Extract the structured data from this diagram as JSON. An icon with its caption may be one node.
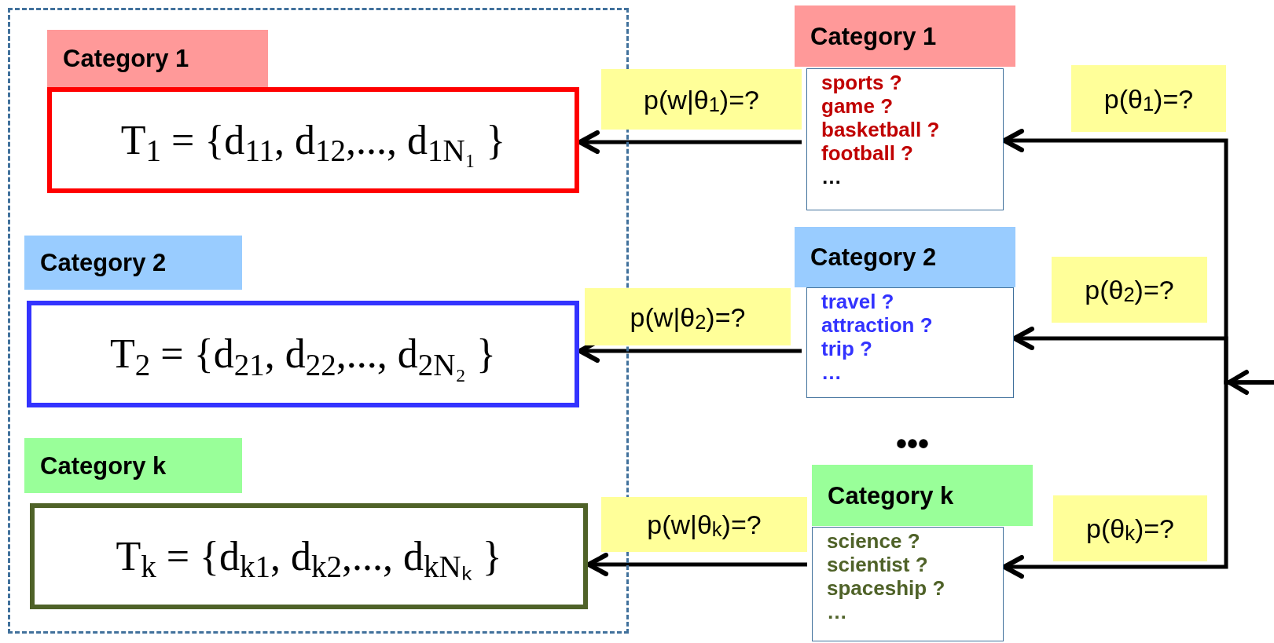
{
  "diagram": {
    "nodes": [
      {
        "text": [],
        "shape": "box"
      },
      {
        "text": [
          "Category 1"
        ],
        "in": 0
      },
      {
        "text": [
          "T$_{1}$ = {d$_{11}$, d$_{12}$,..., d$_{1N₁}$ }"
        ],
        "in": 0
      },
      {
        "text": [
          "Category 2"
        ],
        "in": 0
      },
      {
        "text": [
          "T$_{2}$ = {d$_{21}$, d$_{22}$,..., d$_{2N₂}$ }"
        ],
        "in": 0
      },
      {
        "text": [
          "Category k"
        ],
        "in": 0
      },
      {
        "text": [
          "T$_{k}$ = {d$_{k1}$, d$_{k2}$,..., d$_{kNₖ}$ }"
        ],
        "in": 0
      },
      {
        "text": [
          "Category 1"
        ]
      },
      {
        "text": [
          "sports ?",
          "game ?",
          "basketball ?",
          "football ?",
          "…"
        ]
      },
      {
        "text": [
          "Category 2"
        ]
      },
      {
        "text": [
          "travel ?",
          "attraction ?",
          "trip ?",
          "…"
        ]
      },
      {
        "text": [
          "Category k"
        ]
      },
      {
        "text": [
          "science ?",
          "scientist ?",
          "spaceship ?",
          "…"
        ]
      }
    ],
    "edges": [
      {
        "from": 8,
        "to": 2,
        "arrow": "to",
        "label": "p(w|θ$_{1}$)=?"
      },
      {
        "from": 10,
        "to": 4,
        "arrow": "to",
        "label": "p(w|θ$_{2}$)=?"
      },
      {
        "from": 12,
        "to": 6,
        "arrow": "to",
        "label": "p(w|θ$_{k}$)=?"
      },
      {
        "from": null,
        "to": 8,
        "arrow": "to",
        "label": "p(θ$_{1}$)=?"
      },
      {
        "from": null,
        "to": 10,
        "arrow": "to",
        "label": "p(θ$_{2}$)=?"
      },
      {
        "from": null,
        "to": 12,
        "arrow": "to",
        "label": "p(θ$_{k}$)=?"
      }
    ],
    "labels": [
      "•••"
    ]
  }
}
